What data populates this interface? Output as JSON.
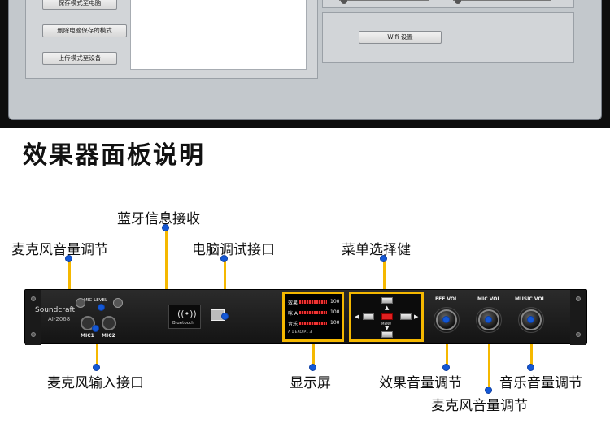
{
  "software": {
    "buttons": [
      "保存模式至电脑",
      "删除电脑保存的模式",
      "上传模式至设备"
    ],
    "wifi_button": "Wifi 设置"
  },
  "page_title": "效果器面板说明",
  "callouts": {
    "bluetooth": "蓝牙信息接收",
    "mic_volume_top": "麦克风音量调节",
    "pc_debug": "电脑调试接口",
    "menu_keys": "菜单选择健",
    "mic_input": "麦克风输入接口",
    "display": "显示屏",
    "effect_volume": "效果音量调节",
    "music_volume": "音乐音量调节",
    "mic_volume_bottom": "麦克风音量调节"
  },
  "device": {
    "brand": "Soundcraft",
    "model": "AI-2068",
    "mic_level": "MIC-LEVEL",
    "mic1": "MIC1",
    "mic2": "MIC2",
    "bluetooth_label": "Bluetooth",
    "screen_rows": [
      {
        "label": "效果",
        "value": "100"
      },
      {
        "label": "咪 A",
        "value": "100"
      },
      {
        "label": "音乐",
        "value": "100"
      }
    ],
    "screen_footer": "A   1   EXO   P1 3",
    "menu_label": "MENU",
    "knobs": [
      "EFF VOL",
      "MIC VOL",
      "MUSIC VOL"
    ]
  },
  "colors": {
    "accent": "#f5b800",
    "marker": "#1458d6"
  }
}
